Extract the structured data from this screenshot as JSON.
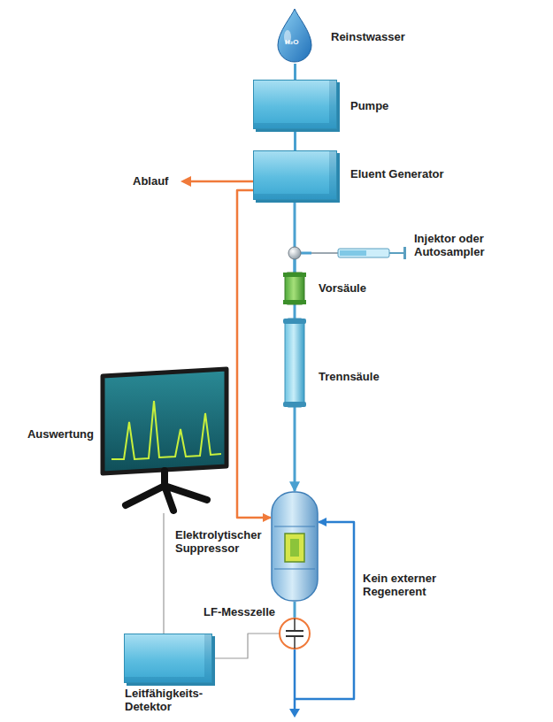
{
  "diagram": {
    "nodes": [
      {
        "text": [
          "Reinstwasser"
        ]
      },
      {
        "text": [
          "Pumpe"
        ]
      },
      {
        "text": [
          "Eluent Generator"
        ]
      },
      {
        "text": [
          "Injektor oder Autosampler"
        ]
      },
      {
        "text": [
          "Vorsäule"
        ]
      },
      {
        "text": [
          "Trennsäule"
        ]
      },
      {
        "text": [
          "Elektrolytischer Suppressor"
        ]
      },
      {
        "text": [
          "LF-Messzelle"
        ]
      },
      {
        "text": [
          "Leitfähigkeits-Detektor"
        ]
      },
      {
        "text": [
          "Auswertung"
        ]
      }
    ],
    "edges": [
      {
        "from": 0,
        "to": 1,
        "arrow": "none"
      },
      {
        "from": 1,
        "to": 2,
        "arrow": "none"
      },
      {
        "from": 2,
        "to": 4,
        "arrow": "none"
      },
      {
        "from": 3,
        "to": 4,
        "arrow": "none"
      },
      {
        "from": 4,
        "to": 5,
        "arrow": "none"
      },
      {
        "from": 5,
        "to": 6,
        "arrow": "to"
      },
      {
        "from": 6,
        "to": 7,
        "arrow": "none"
      },
      {
        "from": 7,
        "to": 6,
        "arrow": "to"
      },
      {
        "from": 2,
        "to": 6,
        "arrow": "to"
      },
      {
        "from": 7,
        "to": 8,
        "arrow": "none"
      },
      {
        "from": 8,
        "to": 9,
        "arrow": "none"
      }
    ],
    "labels": [
      "H₂O",
      "Ablauf",
      "Kein externer Regenerent"
    ]
  }
}
